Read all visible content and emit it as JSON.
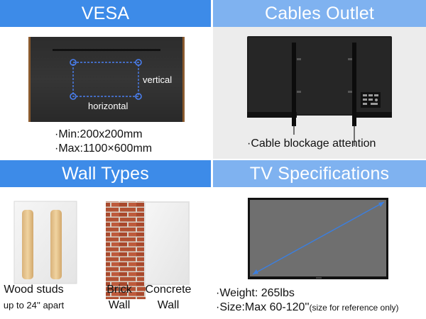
{
  "panels": {
    "vesa": {
      "title": "VESA",
      "vertical_label": "vertical",
      "horizontal_label": "horizontal",
      "spec_lines": [
        "·Min:200x200mm",
        "·Max:1100×600mm"
      ]
    },
    "cables": {
      "title": "Cables Outlet",
      "note": "·Cable blockage attention"
    },
    "walls": {
      "title": "Wall Types",
      "wood": {
        "line1": "Wood studs",
        "line2": "up to 24'' apart"
      },
      "brick": {
        "line1": "Brick",
        "line2": "Wall"
      },
      "concrete": {
        "line1": "Concrete",
        "line2": "Wall"
      }
    },
    "tv": {
      "title": "TV Specifications",
      "weight": "·Weight: 265lbs",
      "size": "·Size:Max 60-120''",
      "size_note": "(size for reference only)"
    }
  },
  "colors": {
    "header_dark": "#3d8be8",
    "header_light": "#7fb2f0",
    "vesa_marker": "#4a7ff0",
    "diagonal": "#3b7fe0"
  }
}
